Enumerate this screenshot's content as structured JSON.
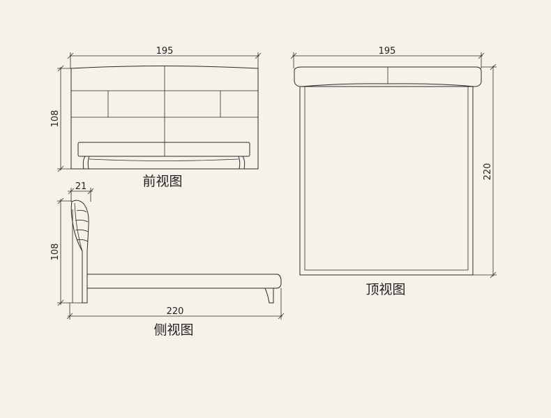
{
  "front_view": {
    "title": "前视图",
    "width_label": "195",
    "height_label": "108"
  },
  "top_view": {
    "title": "顶视图",
    "width_label": "195",
    "length_label": "220"
  },
  "side_view": {
    "title": "侧视图",
    "headboard_depth_label": "21",
    "height_label": "108",
    "length_label": "220"
  }
}
